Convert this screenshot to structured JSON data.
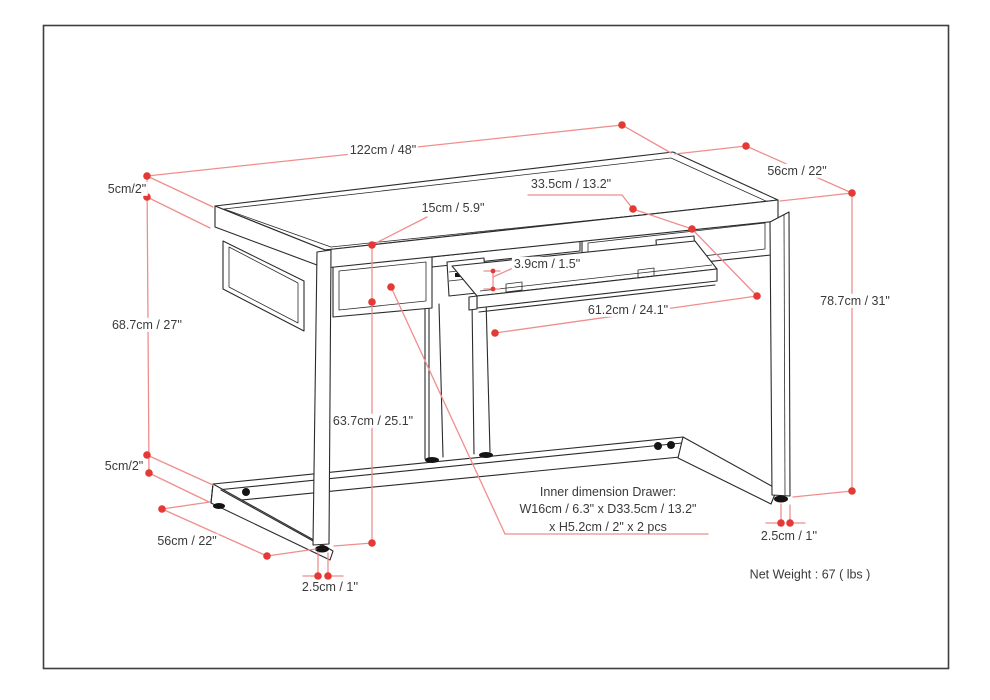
{
  "colors": {
    "annotation_dot": "#e53935",
    "annotation_line": "#ef8e8e",
    "drawing_line": "#2b2b2b",
    "background": "#ffffff"
  },
  "dimensions": {
    "top_width": "122cm / 48\"",
    "top_thickness": "5cm/2\"",
    "top_depth": "56cm / 22\"",
    "apron_height": "15cm / 5.9\"",
    "drawer_depth": "33.5cm / 13.2\"",
    "slide_height": "3.9cm / 1.5\"",
    "tray_width": "61.2cm / 24.1\"",
    "height_right": "78.7cm / 31\"",
    "height_left": "68.7cm / 27''",
    "leg_clearance": "63.7cm / 25.1\"",
    "base_rail_height": "5cm/2\"",
    "base_depth": "56cm / 22\"",
    "foot_left": "2.5cm / 1''",
    "foot_right": "2.5cm / 1''"
  },
  "note": {
    "line1": "Inner dimension Drawer:",
    "line2": "W16cm / 6.3\" x D33.5cm / 13.2\"",
    "line3": "x H5.2cm / 2\" x 2 pcs"
  },
  "net_weight": "Net Weight : 67 ( lbs )"
}
